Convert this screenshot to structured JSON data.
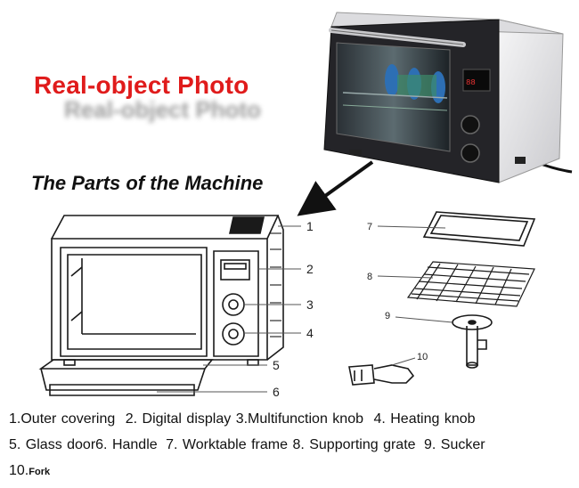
{
  "labels": {
    "photo_title": "Real-object Photo",
    "photo_title_shadow": "Real-object Photo",
    "parts_title": "The Parts of the Machine"
  },
  "callouts": [
    "1",
    "2",
    "3",
    "4",
    "5",
    "6",
    "7",
    "8",
    "9",
    "10"
  ],
  "legend": {
    "line1": [
      "1.Outer covering",
      "2. Digital display",
      "3.Multifunction knob",
      "4. Heating knob"
    ],
    "line2": [
      "5. Glass door6. Handle",
      "7. Worktable frame",
      "8.  Supporting grate",
      "9.  Sucker"
    ],
    "line3_num": "10.",
    "line3_text": "Fork"
  },
  "colors": {
    "title_red": "#e01b1b",
    "text_dark": "#111111",
    "oven_body": "#e8e8ea",
    "oven_dark": "#1e1e22"
  }
}
